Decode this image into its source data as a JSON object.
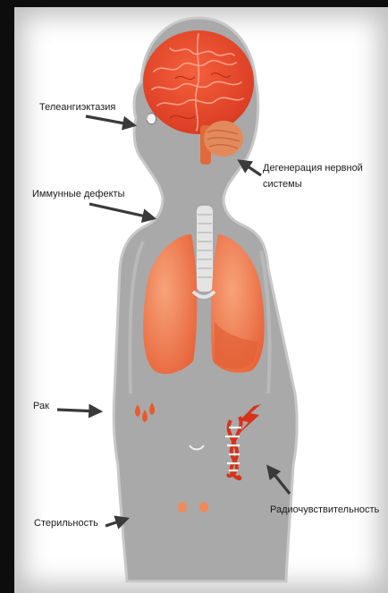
{
  "labels": {
    "telangiectasia": "Телеангиэктазия",
    "neuro_line1": "Дегенерация нервной",
    "neuro_line2": "системы",
    "immune": "Иммунные дефекты",
    "cancer": "Рак",
    "radiosensitivity": "Радиочувствительность",
    "sterility": "Стерильность"
  },
  "colors": {
    "background": "#0d0d0d",
    "panel": "#ffffff",
    "body": "#a9a9a9",
    "body_outline": "#c8c8c8",
    "brain": "#e8452c",
    "cerebellum": "#e38a5c",
    "lungs": "#f28456",
    "lung_shade": "#e25f35",
    "trachea": "#e4e4e4",
    "drops": "#e85a2c",
    "dna_red": "#d8321a",
    "dna_white": "#ffffff",
    "arrow": "#3a3a3a"
  }
}
